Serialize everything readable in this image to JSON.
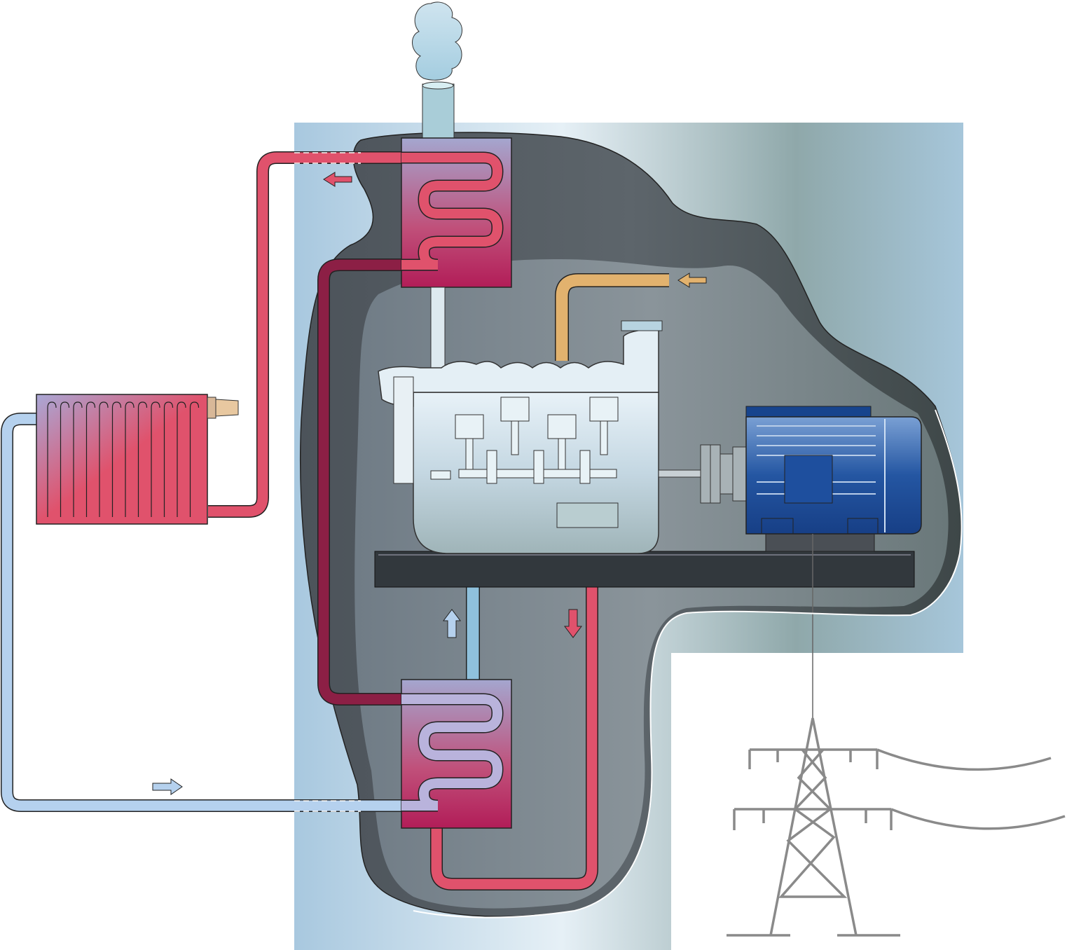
{
  "diagram": {
    "type": "combined-heat-and-power-schematic",
    "components": [
      {
        "id": "chimney",
        "icon": "chimney-icon"
      },
      {
        "id": "exhaust-heat-exchanger",
        "icon": "heat-exchanger-icon"
      },
      {
        "id": "coolant-heat-exchanger",
        "icon": "heat-exchanger-icon"
      },
      {
        "id": "engine",
        "icon": "engine-icon"
      },
      {
        "id": "generator",
        "icon": "generator-icon"
      },
      {
        "id": "radiator",
        "icon": "radiator-icon"
      },
      {
        "id": "power-pylon",
        "icon": "pylon-icon"
      }
    ],
    "flows": [
      {
        "id": "hot-water-out",
        "direction": "left",
        "icon": "arrow-left-icon"
      },
      {
        "id": "return-water-in",
        "direction": "right",
        "icon": "arrow-right-icon"
      },
      {
        "id": "coolant-up",
        "direction": "up",
        "icon": "arrow-up-icon"
      },
      {
        "id": "coolant-down",
        "direction": "down",
        "icon": "arrow-down-icon"
      },
      {
        "id": "fuel-in",
        "direction": "left",
        "icon": "arrow-left-icon"
      }
    ]
  },
  "colors": {
    "hot": "#e0526c",
    "hot_dark": "#8c1f45",
    "cold": "#a9cbe8",
    "fuel": "#e2b26e",
    "generator": "#1c4f9c",
    "building": "#a9c8dc",
    "cutaway": "#4a5058",
    "pylon": "#8a8a8a"
  }
}
